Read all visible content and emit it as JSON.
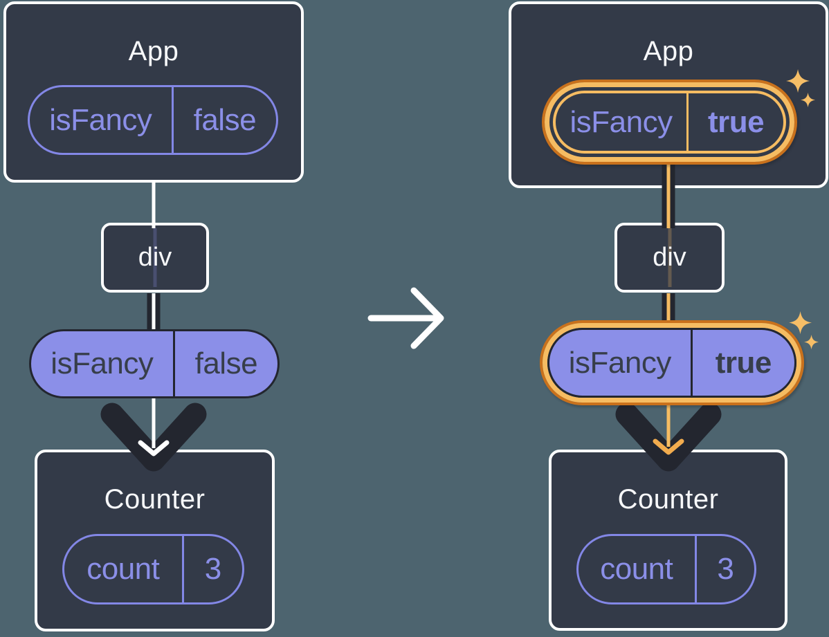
{
  "colors": {
    "background": "#4D646F",
    "card_background": "#333A48",
    "card_border": "#FFFFFF",
    "purple": "#8B8FE8",
    "dark_arrow": "#23262F",
    "dark_text": "#373E4A",
    "orange_ring_outer": "#C9711C",
    "orange_ring_inner": "#F6BC62",
    "orange_arrowhead": "#F2AC4E",
    "sparkle": "#F6BE67",
    "white_edge": "#FFFFFF"
  },
  "before": {
    "app": {
      "title": "App",
      "state": {
        "key": "isFancy",
        "value": "false"
      }
    },
    "div": {
      "label": "div"
    },
    "prop": {
      "key": "isFancy",
      "value": "false"
    },
    "counter": {
      "title": "Counter",
      "state": {
        "key": "count",
        "value": "3"
      }
    }
  },
  "after": {
    "app": {
      "title": "App",
      "state": {
        "key": "isFancy",
        "value": "true"
      }
    },
    "div": {
      "label": "div"
    },
    "prop": {
      "key": "isFancy",
      "value": "true"
    },
    "counter": {
      "title": "Counter",
      "state": {
        "key": "count",
        "value": "3"
      }
    }
  },
  "icons": {
    "transition": "right-arrow",
    "highlight": "sparkles"
  }
}
